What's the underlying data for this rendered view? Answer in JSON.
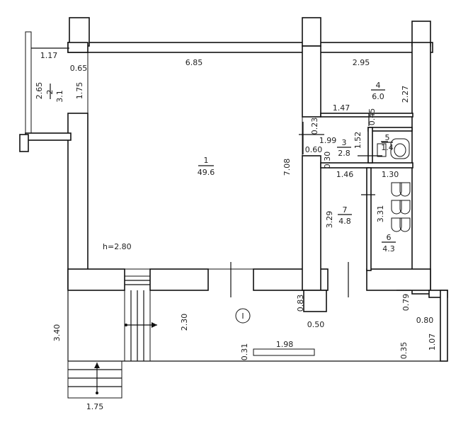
{
  "rooms": [
    {
      "number": "1",
      "area": "49.6"
    },
    {
      "number": "2",
      "area": "3.1"
    },
    {
      "number": "3",
      "area": "2.8"
    },
    {
      "number": "4",
      "area": "6.0"
    },
    {
      "number": "5",
      "area": "1.4"
    },
    {
      "number": "6",
      "area": "4.3"
    },
    {
      "number": "7",
      "area": "4.8"
    }
  ],
  "ceiling_height": "h=2.80",
  "dimensions": {
    "d_6_85": "6.85",
    "d_2_95": "2.95",
    "d_1_17": "1.17",
    "d_0_65": "0.65",
    "d_2_65": "2.65",
    "d_1_75_left": "1.75",
    "d_2_27": "2.27",
    "d_0_45": "0.45",
    "d_1_47": "1.47",
    "d_0_23": "0.23",
    "d_1_99": "1.99",
    "d_1_52": "1.52",
    "d_0_60": "0.60",
    "d_0_30": "0.30",
    "d_7_08": "7.08",
    "d_1_46": "1.46",
    "d_1_30": "1.30",
    "d_3_29": "3.29",
    "d_3_31": "3.31",
    "d_0_83": "0.83",
    "d_0_50": "0.50",
    "d_0_79": "0.79",
    "d_0_80": "0.80",
    "d_1_07": "1.07",
    "d_2_30": "2.30",
    "d_3_40": "3.40",
    "d_0_31": "0.31",
    "d_1_98": "1.98",
    "d_0_35": "0.35",
    "d_1_75_bottom": "1.75"
  },
  "marker_symbol": "I"
}
